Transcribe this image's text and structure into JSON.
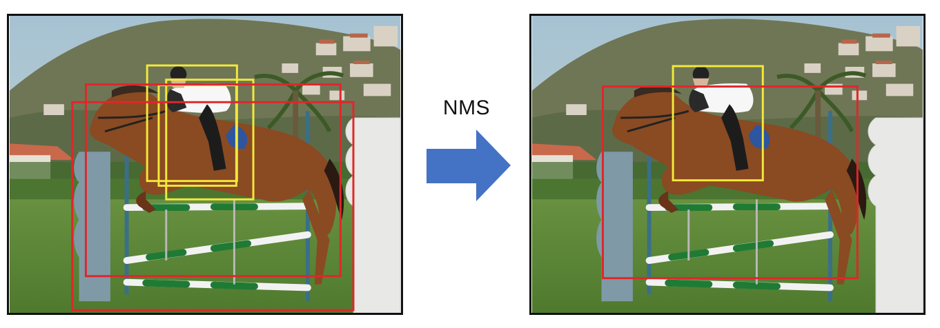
{
  "operation": {
    "label": "NMS",
    "arrow_color": "#4472c4"
  },
  "colors": {
    "sky": "#a6c2d2",
    "mountain": "#6f7656",
    "grass": "#4f7a2e",
    "horse": "#8a4a22",
    "jump_pole_white": "#f2f2f2",
    "jump_pole_green": "#1f7a34",
    "wing_white": "#e8e8e6",
    "box_person": "#f2e93a",
    "box_horse": "#e0262a"
  },
  "panels": [
    {
      "id": "before",
      "boxes": [
        {
          "class": "person",
          "color": "#f2e93a"
        },
        {
          "class": "person",
          "color": "#f2e93a"
        },
        {
          "class": "person",
          "color": "#f2e93a"
        },
        {
          "class": "horse",
          "color": "#e0262a"
        },
        {
          "class": "horse",
          "color": "#e0262a"
        }
      ]
    },
    {
      "id": "after",
      "boxes": [
        {
          "class": "person",
          "color": "#f2e93a"
        },
        {
          "class": "horse",
          "color": "#e0262a"
        }
      ]
    }
  ]
}
